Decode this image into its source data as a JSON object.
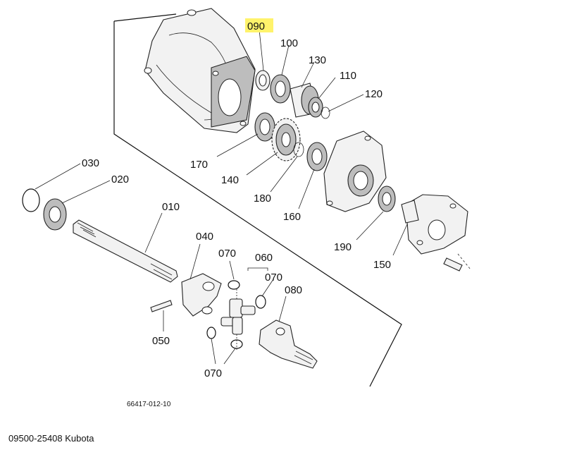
{
  "diagram": {
    "highlight_color": "#fff36b",
    "labels": [
      {
        "key": "p090",
        "text": "090",
        "highlighted": true
      },
      {
        "key": "p100",
        "text": "100"
      },
      {
        "key": "p130",
        "text": "130"
      },
      {
        "key": "p110",
        "text": "110"
      },
      {
        "key": "p120",
        "text": "120"
      },
      {
        "key": "p170",
        "text": "170"
      },
      {
        "key": "p140",
        "text": "140"
      },
      {
        "key": "p180",
        "text": "180"
      },
      {
        "key": "p160",
        "text": "160"
      },
      {
        "key": "p190",
        "text": "190"
      },
      {
        "key": "p150",
        "text": "150"
      },
      {
        "key": "p030",
        "text": "030"
      },
      {
        "key": "p020",
        "text": "020"
      },
      {
        "key": "p010",
        "text": "010"
      },
      {
        "key": "p040",
        "text": "040"
      },
      {
        "key": "p070a",
        "text": "070"
      },
      {
        "key": "p060",
        "text": "060"
      },
      {
        "key": "p070b",
        "text": "070"
      },
      {
        "key": "p080",
        "text": "080"
      },
      {
        "key": "p050",
        "text": "050"
      },
      {
        "key": "p070c",
        "text": "070"
      }
    ],
    "drawing_number": "66417-012-10"
  },
  "caption": "09500-25408 Kubota"
}
